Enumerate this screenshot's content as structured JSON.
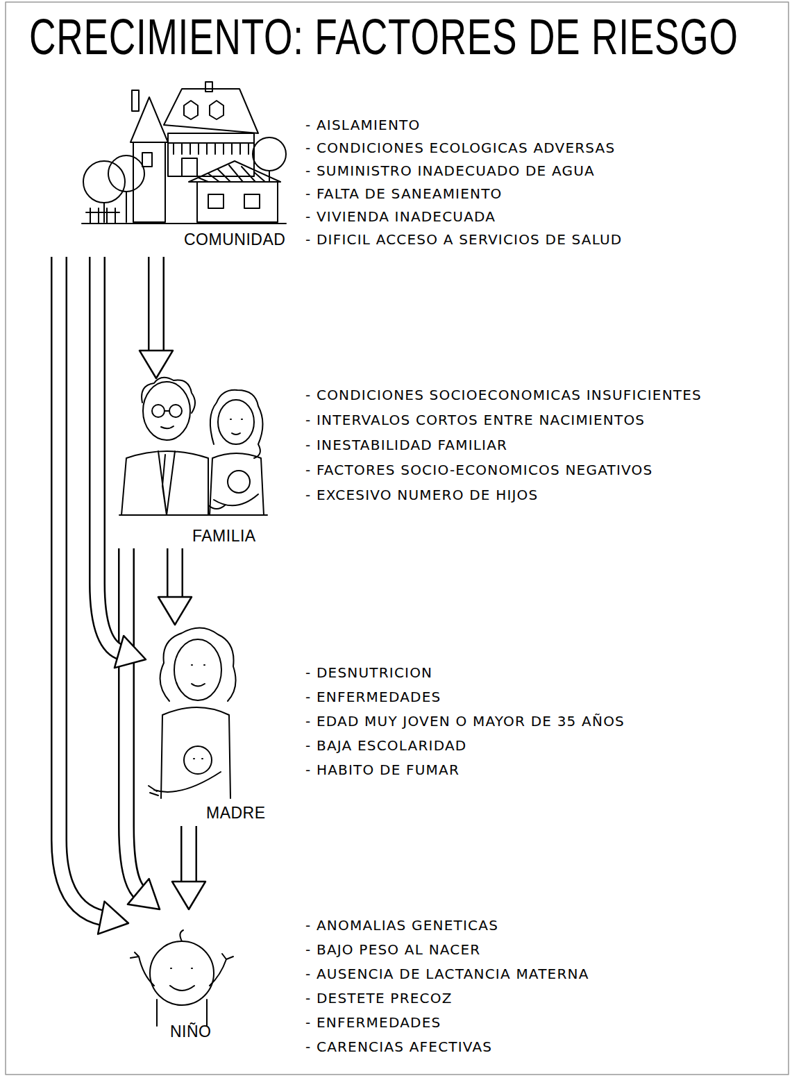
{
  "diagram": {
    "title": "CRECIMIENTO: FACTORES DE RIESGO",
    "nodes": [
      {
        "text": [
          "COMUNIDAD",
          "- AISLAMIENTO",
          "- CONDICIONES ECOLOGICAS ADVERSAS",
          "- SUMINISTRO INADECUADO DE AGUA",
          "- FALTA DE SANEAMIENTO",
          "- VIVIENDA INADECUADA",
          "- DIFICIL ACCESO A SERVICIOS DE SALUD"
        ]
      },
      {
        "text": [
          "FAMILIA",
          "- CONDICIONES SOCIOECONOMICAS INSUFICIENTES",
          "- INTERVALOS CORTOS ENTRE NACIMIENTOS",
          "- INESTABILIDAD FAMILIAR",
          "- FACTORES SOCIO-ECONOMICOS NEGATIVOS",
          "- EXCESIVO NUMERO DE HIJOS"
        ]
      },
      {
        "text": [
          "MADRE",
          "- DESNUTRICION",
          "- ENFERMEDADES",
          "- EDAD MUY JOVEN O MAYOR DE 35 AÑOS",
          "- BAJA ESCOLARIDAD",
          "- HABITO DE FUMAR"
        ]
      },
      {
        "text": [
          "NIÑO",
          "- ANOMALIAS GENETICAS",
          "- BAJO PESO AL NACER",
          "- AUSENCIA DE LACTANCIA MATERNA",
          "- DESTETE PRECOZ",
          "- ENFERMEDADES",
          "- CARENCIAS AFECTIVAS"
        ]
      }
    ],
    "edges": [
      {
        "from": 0,
        "to": 1,
        "arrow": "to"
      },
      {
        "from": 0,
        "to": 2,
        "arrow": "to"
      },
      {
        "from": 0,
        "to": 3,
        "arrow": "to"
      },
      {
        "from": 1,
        "to": 2,
        "arrow": "to"
      },
      {
        "from": 1,
        "to": 3,
        "arrow": "to"
      },
      {
        "from": 2,
        "to": 3,
        "arrow": "to"
      }
    ]
  }
}
